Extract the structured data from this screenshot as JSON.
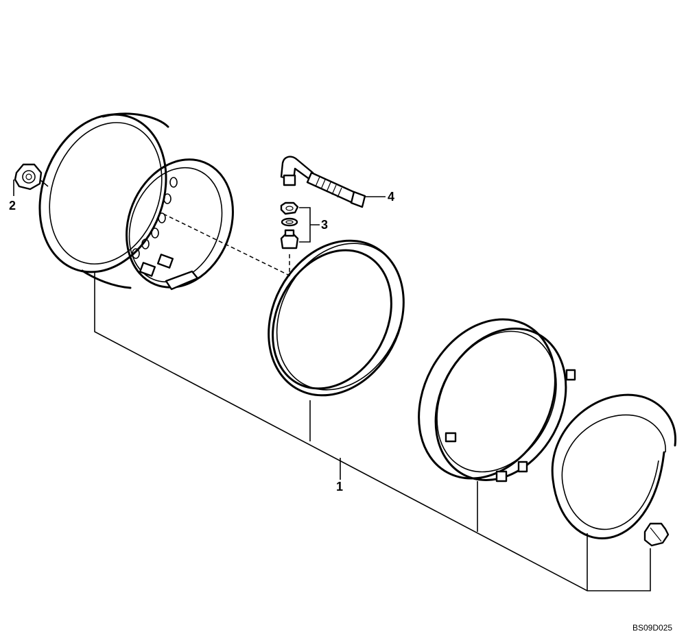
{
  "callouts": {
    "part_1": "1",
    "part_2": "2",
    "part_3": "3",
    "part_4": "4"
  },
  "drawing_code": "BS09D025",
  "colors": {
    "line": "#000000",
    "background": "#ffffff"
  }
}
